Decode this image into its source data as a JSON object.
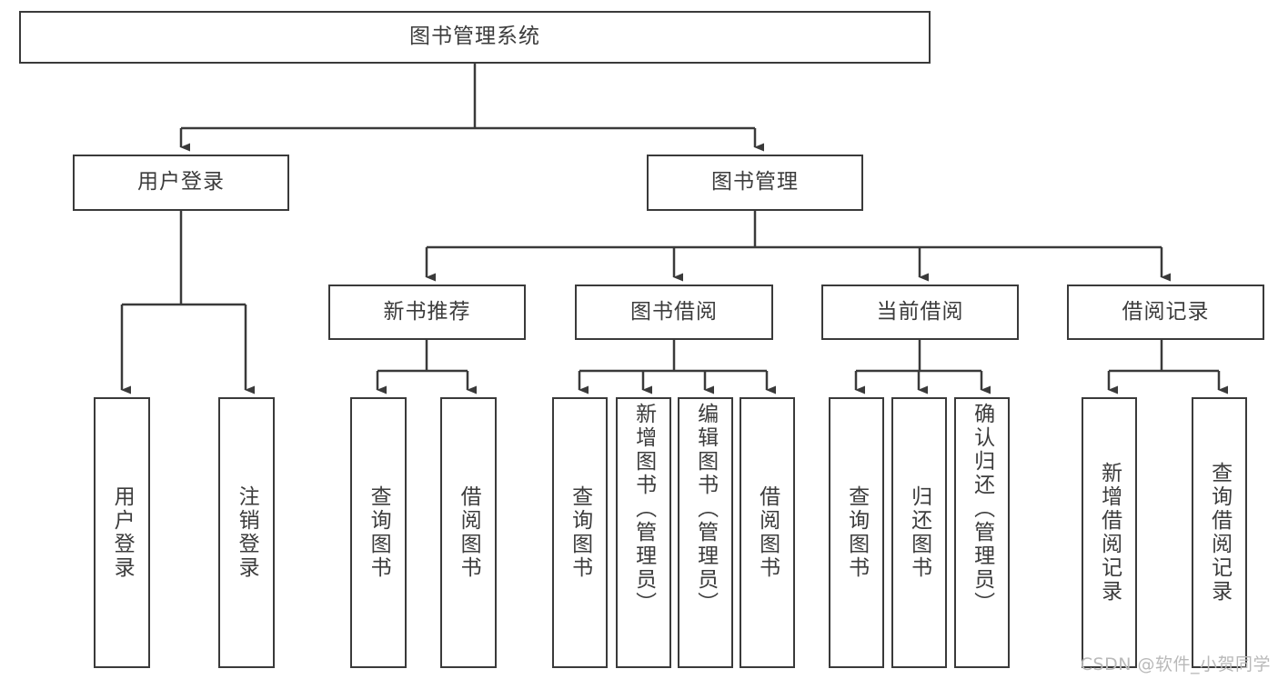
{
  "diagram": {
    "title": "图书管理系统",
    "type": "tree",
    "watermark": "CSDN @软件_小贺同学",
    "colors": {
      "stroke": "#3a3a3a",
      "fill": "#ffffff",
      "text": "#3c3c3c",
      "watermark": "#b9b9b9"
    },
    "root": {
      "label": "图书管理系统"
    },
    "level2": [
      {
        "label": "用户登录"
      },
      {
        "label": "图书管理"
      }
    ],
    "level3": [
      {
        "label": "新书推荐"
      },
      {
        "label": "图书借阅"
      },
      {
        "label": "当前借阅"
      },
      {
        "label": "借阅记录"
      }
    ],
    "leaves": {
      "user_login": [
        {
          "label": "用户登录"
        },
        {
          "label": "注销登录"
        }
      ],
      "new_book_recommend": [
        {
          "label": "查询图书"
        },
        {
          "label": "借阅图书"
        }
      ],
      "book_borrow": [
        {
          "label": "查询图书"
        },
        {
          "label": "新增图书（管理员）"
        },
        {
          "label": "编辑图书（管理员）"
        },
        {
          "label": "借阅图书"
        }
      ],
      "current_borrow": [
        {
          "label": "查询图书"
        },
        {
          "label": "归还图书"
        },
        {
          "label": "确认归还（管理员）"
        }
      ],
      "borrow_record": [
        {
          "label": "新增借阅记录"
        },
        {
          "label": "查询借阅记录"
        }
      ]
    }
  }
}
